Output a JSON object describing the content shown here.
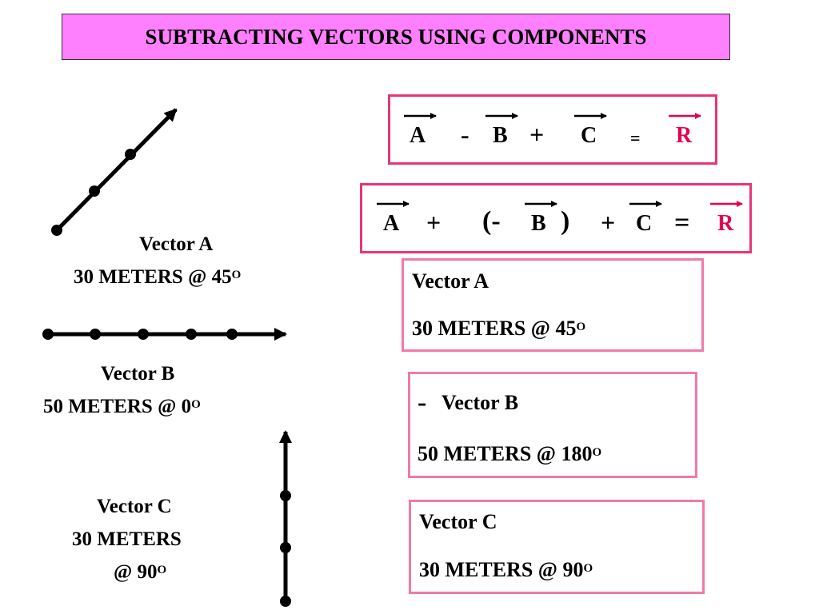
{
  "title": "SUBTRACTING VECTORS USING COMPONENTS",
  "equation1": {
    "a": "A",
    "minus": "-",
    "b": "B",
    "plus": "+",
    "c": "C",
    "equals": "=",
    "r": "R"
  },
  "equation2": {
    "a": "A",
    "plus1": "+",
    "open": "(-",
    "b": "B",
    "close": ")",
    "plus2": "+",
    "c": "C",
    "equals": "=",
    "r": "R"
  },
  "left_labels": {
    "a": {
      "name": "Vector A",
      "magnitude": "30 METERS @ 45",
      "deg": "O"
    },
    "b": {
      "name": "Vector B",
      "magnitude": "50 METERS @ 0",
      "deg": "O"
    },
    "c": {
      "name": "Vector C",
      "magnitude": "30 METERS",
      "angle": "@ 90",
      "deg": "O"
    }
  },
  "info_boxes": {
    "a": {
      "name": "Vector A",
      "magnitude": "30 METERS @ 45",
      "deg": "O"
    },
    "b": {
      "neg": "-",
      "name": "Vector B",
      "magnitude": "50 METERS @ 180",
      "deg": "O"
    },
    "c": {
      "name": "Vector C",
      "magnitude": "30 METERS @ 90",
      "deg": "O"
    }
  },
  "colors": {
    "title_bg": "#ff80ff",
    "box_border": "#e8357a",
    "info_border": "#f07aa8",
    "resultant": "#e60052"
  }
}
